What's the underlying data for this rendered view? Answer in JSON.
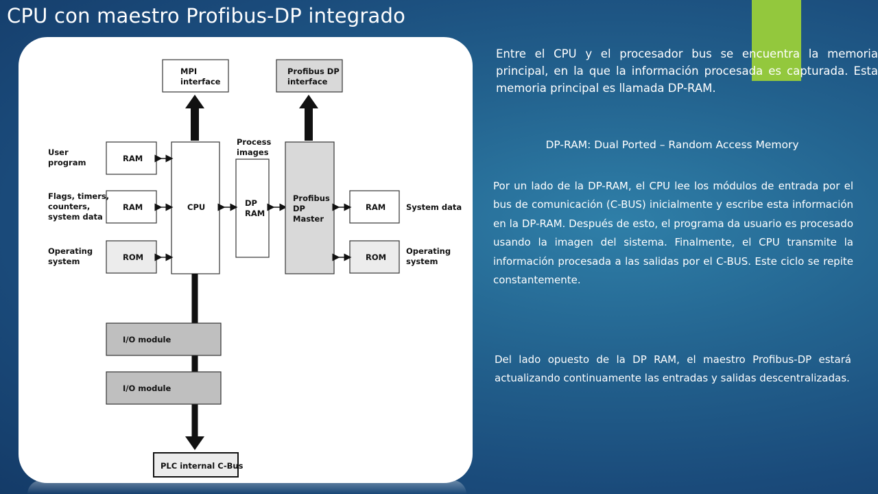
{
  "slide": {
    "title": "CPU con maestro Profibus-DP integrado",
    "accent_color": "#93c83d"
  },
  "diagram": {
    "mpi_interface": [
      "MPI",
      "interface"
    ],
    "profibus_interface": [
      "Profibus DP",
      "interface"
    ],
    "process_images": [
      "Process",
      "images"
    ],
    "user_program": [
      "User",
      "program"
    ],
    "flags_label": [
      "Flags, timers,",
      "counters,",
      "system data"
    ],
    "os_label_left": [
      "Operating",
      "system"
    ],
    "ram": "RAM",
    "rom": "ROM",
    "cpu": "CPU",
    "dp_ram": [
      "DP",
      "RAM"
    ],
    "profibus_master": [
      "Profibus",
      "DP",
      "Master"
    ],
    "system_data": "System data",
    "os_label_right": [
      "Operating",
      "system"
    ],
    "io_module": "I/O module",
    "c_bus": "PLC internal C-Bus"
  },
  "text": {
    "intro": "Entre el CPU y el procesador bus se encuentra la memoria principal, en la que la información procesada es capturada. Esta memoria principal es llamada DP-RAM.",
    "definition": "DP-RAM: Dual Ported – Random Access Memory",
    "cycle": "Por un lado de la DP-RAM, el CPU lee los módulos de entrada por el bus de comunicación (C-BUS) inicialmente y escribe esta información en la DP-RAM. Después de esto, el programa da usuario es procesado usando la imagen del sistema. Finalmente, el CPU transmite la información procesada a las salidas por el C-BUS. Este ciclo se repite constantemente.",
    "master": "Del lado opuesto de la DP RAM, el maestro Profibus-DP estará actualizando continuamente las entradas y salidas descentralizadas."
  }
}
